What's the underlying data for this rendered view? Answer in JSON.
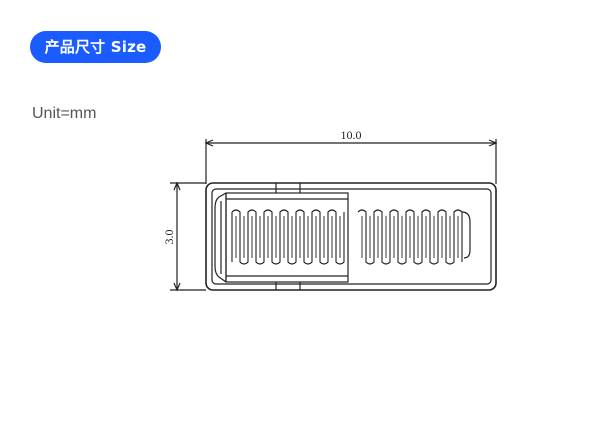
{
  "header": {
    "badge_label": "产品尺寸 Size",
    "badge_color": "#1a5cff"
  },
  "unit_label": "Unit=mm",
  "diagram": {
    "width_label": "10.0",
    "height_label": "3.0"
  }
}
